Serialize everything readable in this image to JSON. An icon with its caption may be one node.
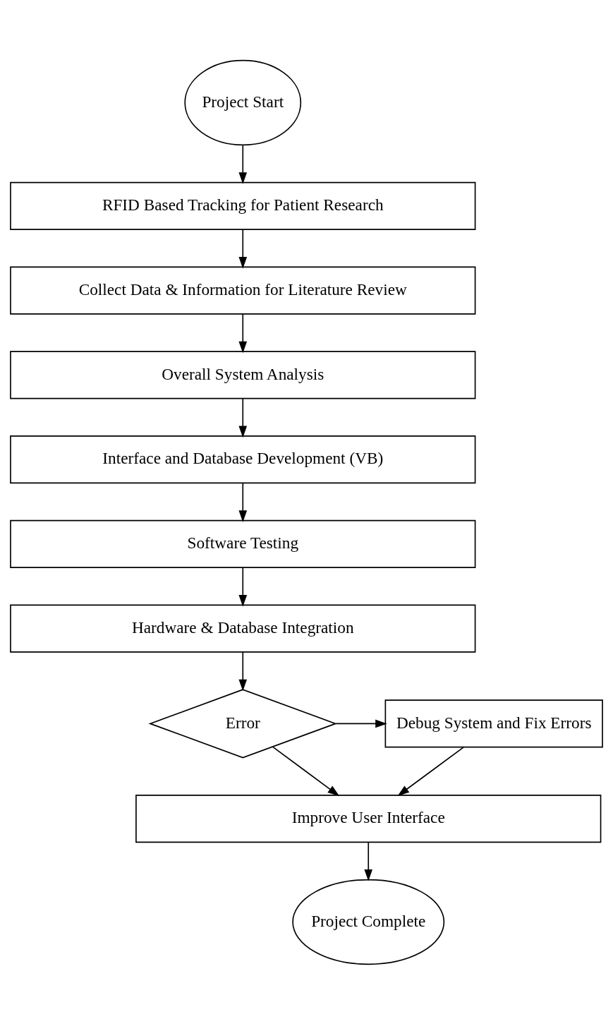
{
  "diagram": {
    "nodes": [
      {
        "text": [
          "Project Start"
        ]
      },
      {
        "text": [
          "RFID Based Tracking for Patient Research"
        ]
      },
      {
        "text": [
          "Collect Data & Information for Literature Review"
        ]
      },
      {
        "text": [
          "Overall System Analysis"
        ]
      },
      {
        "text": [
          "Interface and Database Development (VB)"
        ]
      },
      {
        "text": [
          "Software Testing"
        ]
      },
      {
        "text": [
          "Hardware & Database Integration"
        ]
      },
      {
        "text": [
          "Error"
        ]
      },
      {
        "text": [
          "Debug System and Fix Errors"
        ]
      },
      {
        "text": [
          "Improve User Interface"
        ]
      },
      {
        "text": [
          "Project Complete"
        ]
      }
    ],
    "edges": [
      {
        "from": 0,
        "to": 1,
        "arrow": "to"
      },
      {
        "from": 1,
        "to": 2,
        "arrow": "to"
      },
      {
        "from": 2,
        "to": 3,
        "arrow": "to"
      },
      {
        "from": 3,
        "to": 4,
        "arrow": "to"
      },
      {
        "from": 4,
        "to": 5,
        "arrow": "to"
      },
      {
        "from": 5,
        "to": 6,
        "arrow": "to"
      },
      {
        "from": 6,
        "to": 7,
        "arrow": "to"
      },
      {
        "from": 7,
        "to": 8,
        "arrow": "to"
      },
      {
        "from": 7,
        "to": 9,
        "arrow": "to"
      },
      {
        "from": 8,
        "to": 9,
        "arrow": "to"
      },
      {
        "from": 9,
        "to": 10,
        "arrow": "to"
      }
    ]
  }
}
